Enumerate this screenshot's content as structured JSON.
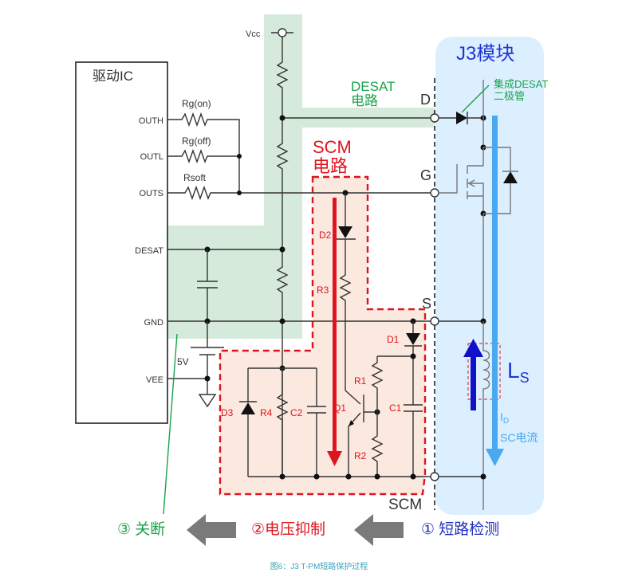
{
  "driver_ic": {
    "title": "驱动IC",
    "pins": [
      "OUTH",
      "OUTL",
      "OUTS",
      "DESAT",
      "GND",
      "VEE"
    ]
  },
  "resistors": {
    "rg_on": "Rg(on)",
    "rg_off": "Rg(off)",
    "rsoft": "Rsoft"
  },
  "supply": {
    "vcc": "Vcc",
    "vee_battery": "5V"
  },
  "desat_circuit": {
    "line1": "DESAT",
    "line2": "电路"
  },
  "scm_circuit": {
    "line1": "SCM",
    "line2": "电路",
    "components": {
      "d1": "D1",
      "d2": "D2",
      "d3": "D3",
      "r1": "R1",
      "r2": "R2",
      "r3": "R3",
      "r4": "R4",
      "c1": "C1",
      "c2": "C2",
      "q1": "Q1"
    }
  },
  "module": {
    "title": "J3模块",
    "desat_diode_line1": "集成DESAT",
    "desat_diode_line2": "二极管",
    "terminals": {
      "d": "D",
      "g": "G",
      "s": "S",
      "scm": "SCM"
    },
    "inductance": {
      "main": "L",
      "sub": "S"
    },
    "current_main": "I",
    "current_sub": "D",
    "current_label": "SC电流"
  },
  "process": {
    "step1": "① 短路检测",
    "step2": "②电压抑制",
    "step3": "③ 关断"
  },
  "caption": "图6：J3 T-PM短路保护过程",
  "colors": {
    "desat_green": "#1aa34a",
    "desat_band": "#d5eadb",
    "scm_red": "#e0141e",
    "scm_fill": "#fbe9df",
    "module_fill": "#dcefff",
    "module_title": "#1f35d6",
    "sc_current": "#4aa8f0",
    "ls_arrow": "#1010c8",
    "step1": "#1f2fc0",
    "step2": "#e0141e",
    "step3": "#1aa34a",
    "process_arrow": "#7a7a7a",
    "caption": "#38a3b8"
  }
}
